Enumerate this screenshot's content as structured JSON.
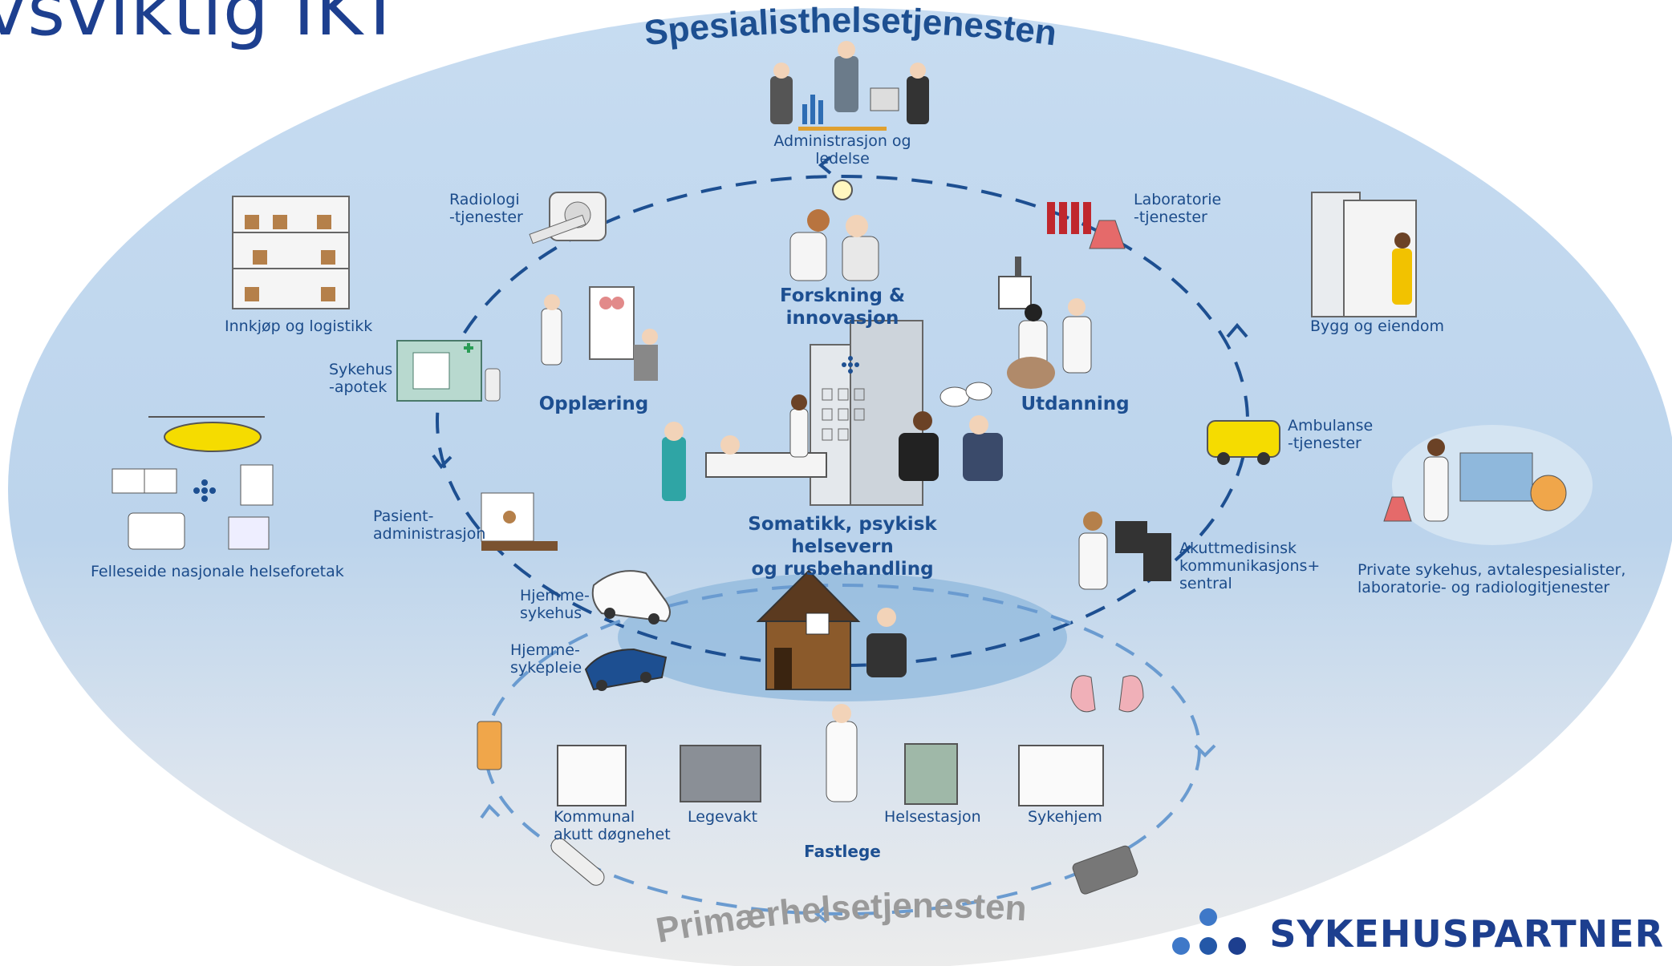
{
  "title": "vsviktig IKT",
  "arc_labels": {
    "top": "Spesialisthelsetjenesten",
    "bottom": "Primærhelsetjenesten"
  },
  "headings": {
    "forskning": "Forskning & innovasjon",
    "opplaering": "Opplæring",
    "utdanning": "Utdanning",
    "somatikk": "Somatikk, psykisk helsevern\nog rusbehandling",
    "fastlege": "Fastlege"
  },
  "labels": {
    "administrasjon": "Administrasjon og ledelse",
    "radiologi": "Radiologi\n-tjenester",
    "laboratorie": "Laboratorie\n-tjenester",
    "innkjop": "Innkjøp og logistikk",
    "bygg": "Bygg og eiendom",
    "apotek": "Sykehus\n-apotek",
    "ambulanse": "Ambulanse\n-tjenester",
    "felleseide": "Felleseide nasjonale helseforetak",
    "private": "Private sykehus, avtalespesialister,\nlaboratorie- og radiologitjenester",
    "pasientadm": "Pasient-\nadministrasjon",
    "akutt": "Akuttmedisinsk\nkommunikasjons+\nsentral",
    "hjemmesykehus": "Hjemme-\nsykehus",
    "hjemmesykepleie": "Hjemme-\nsykepleie",
    "kommunal": "Kommunal\nakutt døgnehet",
    "legevakt": "Legevakt",
    "helsestasjon": "Helsestasjon",
    "sykehjem": "Sykehjem"
  },
  "logo": {
    "text": "SYKEHUSPARTNER"
  },
  "colors": {
    "brand": "#1d3f8f",
    "ellipse": "#bcd5ee",
    "label": "#1b4b8a"
  }
}
